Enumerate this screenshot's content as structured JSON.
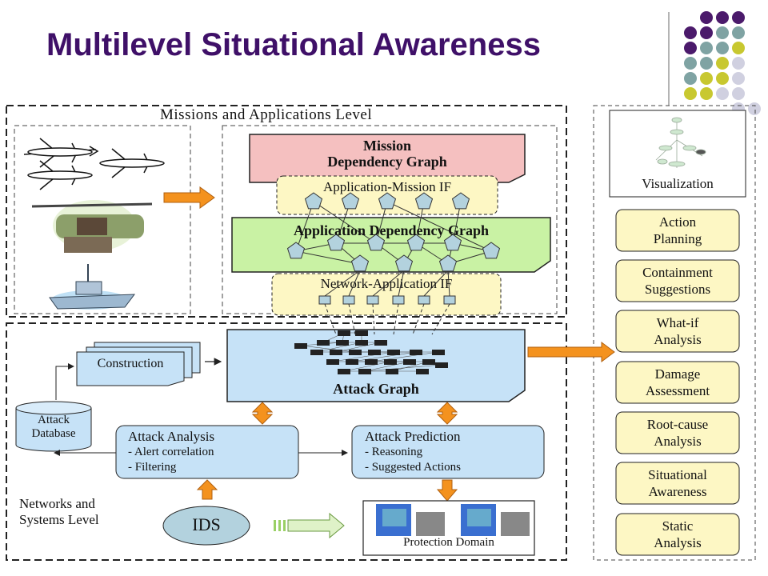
{
  "title": "Multilevel Situational Awareness",
  "missions_level_label": "Missions and Applications Level",
  "networks_level_label": "Networks and\nSystems Level",
  "mission_graph_label": "Mission\nDependency Graph",
  "app_mission_if_label": "Application-Mission IF",
  "app_dependency_graph_label": "Application Dependency Graph",
  "network_app_if_label": "Network-Application IF",
  "attack_graph_label": "Attack Graph",
  "construction_label": "Construction",
  "attack_database_label": "Attack\nDatabase",
  "attack_analysis": {
    "title": "Attack Analysis",
    "items": [
      "- Alert correlation",
      "- Filtering"
    ]
  },
  "attack_prediction": {
    "title": "Attack Prediction",
    "items": [
      "- Reasoning",
      "- Suggested Actions"
    ]
  },
  "ids_label": "IDS",
  "protection_domain_label": "Protection Domain",
  "visualization_label": "Visualization",
  "right_panel_items": [
    "Action\nPlanning",
    "Containment\nSuggestions",
    "What-if\nAnalysis",
    "Damage\nAssessment",
    "Root-cause\nAnalysis",
    "Situational\nAwareness",
    "Static\nAnalysis"
  ],
  "colors": {
    "title": "#3f1068",
    "purple_dot": "#4b1a6b",
    "teal_dot": "#7fa3a3",
    "yellow_dot": "#c8c830",
    "light_dot": "#d0d0e0",
    "orange": "#f4921e",
    "mission_fill": "#f5c0c0",
    "yellow_fill": "#fdf7c4",
    "green_fill": "#c9f2a4",
    "blue_fill": "#c6e2f7",
    "pentagon": "#b3d2de"
  }
}
